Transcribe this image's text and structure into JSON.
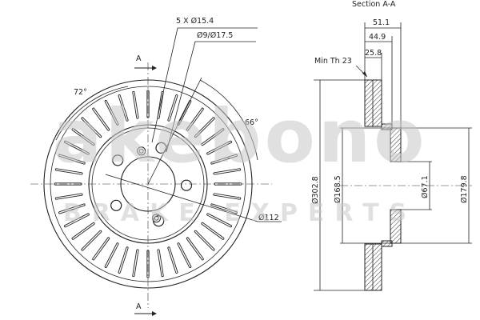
{
  "watermark": {
    "brand": "akebono",
    "tagline": "BRAKE EXPERTS",
    "color": "#c8c8c8"
  },
  "labels": {
    "section_title": "Section A-A",
    "section_mark_top": "A",
    "section_mark_bottom": "A",
    "bolt_holes": "5 X Ø15.4",
    "center_holes": "Ø9/Ø17.5",
    "angle_1": "72°",
    "angle_2": "66°",
    "pcd": "Ø112",
    "overall_thickness": "51.1",
    "hat_height": "44.9",
    "disc_thickness": "25.8",
    "min_thickness": "Min Th 23",
    "outer_diameter": "Ø302.8",
    "hat_diameter": "Ø168.5",
    "center_bore": "Ø67.1",
    "inner_diameter": "Ø179.8"
  },
  "colors": {
    "ink": "#222222",
    "hatch": "#333333"
  }
}
